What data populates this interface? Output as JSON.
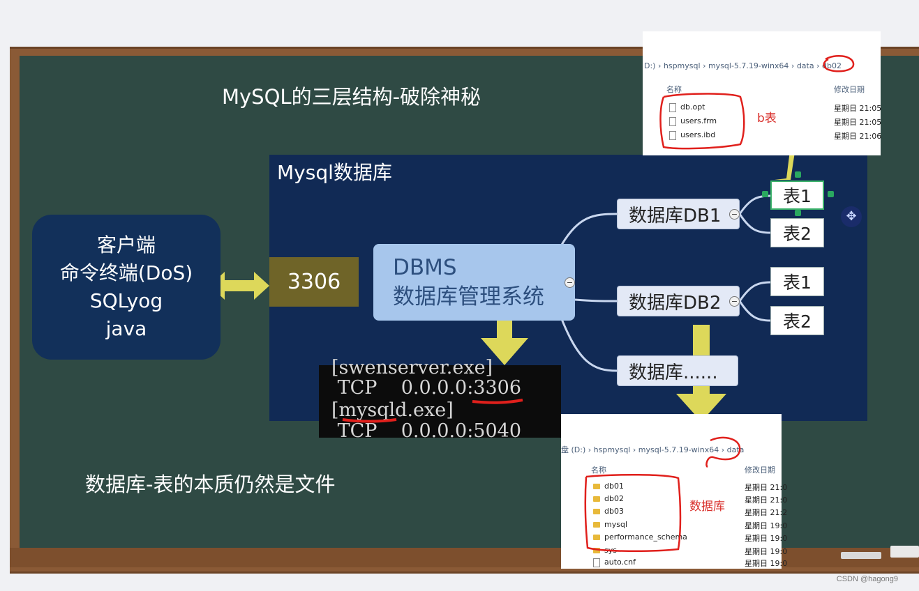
{
  "title": "MySQL的三层结构-破除神秘",
  "caption": "数据库-表的本质仍然是文件",
  "panel": {
    "title": "Mysql数据库"
  },
  "client": {
    "lines": [
      "客户端",
      "命令终端(DoS)",
      "SQLyog",
      "java"
    ]
  },
  "port": "3306",
  "dbms": {
    "line1": "DBMS",
    "line2": "数据库管理系统"
  },
  "databases": [
    {
      "label": "数据库DB1",
      "tables": [
        "表1",
        "表2"
      ]
    },
    {
      "label": "数据库DB2",
      "tables": [
        "表1",
        "表2"
      ]
    },
    {
      "label": "数据库......"
    }
  ],
  "console": {
    "lines": [
      "[swenserver.exe]",
      " TCP    0.0.0.0:3306",
      "[mysqld.exe]",
      " TCP    0.0.0.0:5040"
    ]
  },
  "explorer_top": {
    "breadcrumb": [
      "D:)",
      "hspmysql",
      "mysql-5.7.19-winx64",
      "data",
      "db02"
    ],
    "col_name": "名称",
    "col_date": "修改日期",
    "files": [
      {
        "name": "db.opt",
        "date": "星期日 21:05"
      },
      {
        "name": "users.frm",
        "date": "星期日 21:05"
      },
      {
        "name": "users.ibd",
        "date": "星期日 21:06"
      }
    ],
    "annotation": "b表"
  },
  "explorer_bottom": {
    "breadcrumb": [
      "盘 (D:)",
      "hspmysql",
      "mysql-5.7.19-winx64",
      "data"
    ],
    "col_name": "名称",
    "col_date": "修改日期",
    "items": [
      {
        "name": "db01",
        "date": "星期日 21:0",
        "type": "folder"
      },
      {
        "name": "db02",
        "date": "星期日 21:0",
        "type": "folder"
      },
      {
        "name": "db03",
        "date": "星期日 21:2",
        "type": "folder"
      },
      {
        "name": "mysql",
        "date": "星期日 19:0",
        "type": "folder"
      },
      {
        "name": "performance_schema",
        "date": "星期日 19:0",
        "type": "folder"
      },
      {
        "name": "sys",
        "date": "星期日 19:0",
        "type": "folder"
      },
      {
        "name": "auto.cnf",
        "date": "星期日 19:0",
        "type": "file"
      }
    ],
    "annotation": "数据库"
  },
  "watermark": "CSDN @hagong9",
  "colors": {
    "board": "#2f4a44",
    "panel": "#112a55",
    "arrow": "#ddd85a",
    "annotation": "#d9302c"
  }
}
